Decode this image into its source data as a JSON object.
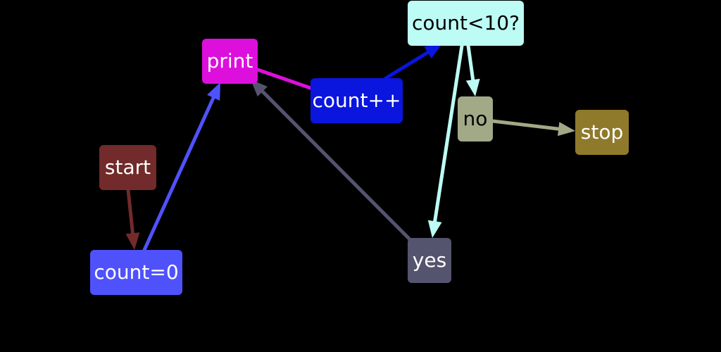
{
  "nodes": {
    "start": {
      "label": "start",
      "fill": "#722a2a",
      "text": "#ffffff"
    },
    "count0": {
      "label": "count=0",
      "fill": "#4f52fb",
      "text": "#ffffff"
    },
    "print": {
      "label": "print",
      "fill": "#dd0fdd",
      "text": "#ffffff"
    },
    "incr": {
      "label": "count++",
      "fill": "#0a15dd",
      "text": "#ffffff"
    },
    "cond": {
      "label": "count<10?",
      "fill": "#bcfcf5",
      "text": "#000000"
    },
    "no": {
      "label": "no",
      "fill": "#a1a987",
      "text": "#000000"
    },
    "stop": {
      "label": "stop",
      "fill": "#8f7a2b",
      "text": "#ffffff"
    },
    "yes": {
      "label": "yes",
      "fill": "#55546e",
      "text": "#ffffff"
    }
  },
  "edges": [
    {
      "from": "start",
      "to": "count0",
      "color": "#722a2a"
    },
    {
      "from": "count0",
      "to": "print",
      "color": "#4f52fb"
    },
    {
      "from": "print",
      "to": "incr",
      "color": "#dd0fdd",
      "arrow": false
    },
    {
      "from": "incr",
      "to": "cond",
      "color": "#0a15dd"
    },
    {
      "from": "cond",
      "to": "no",
      "color": "#bcfcf5"
    },
    {
      "from": "cond",
      "to": "yes",
      "color": "#bcfcf5"
    },
    {
      "from": "no",
      "to": "stop",
      "color": "#a1a987"
    },
    {
      "from": "yes",
      "to": "print",
      "color": "#55546e"
    }
  ]
}
